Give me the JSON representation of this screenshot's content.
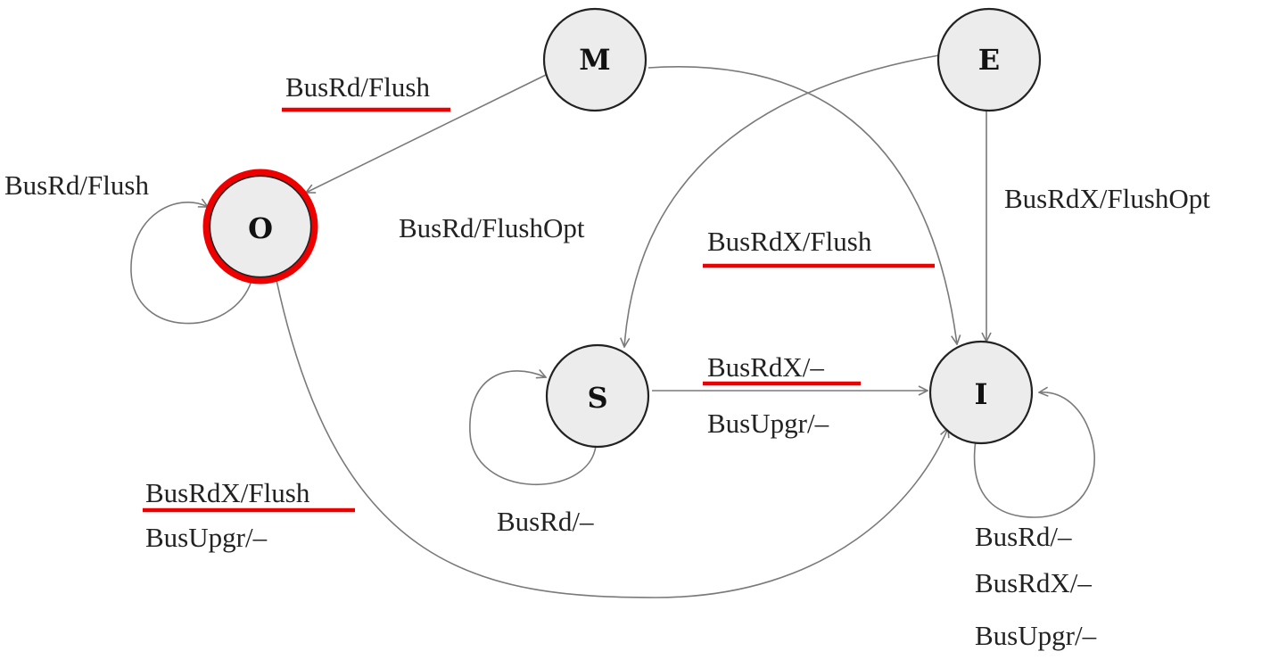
{
  "states": {
    "M": "M",
    "E": "E",
    "O": "O",
    "S": "S",
    "I": "I"
  },
  "labels": {
    "m_to_o": "BusRd/Flush",
    "o_self": "BusRd/Flush",
    "e_to_s": "BusRd/FlushOpt",
    "m_to_i": "BusRdX/Flush",
    "e_to_i": "BusRdX/FlushOpt",
    "s_to_i_1": "BusRdX/–",
    "s_to_i_2": "BusUpgr/–",
    "s_self": "BusRd/–",
    "o_to_i_1": "BusRdX/Flush",
    "o_to_i_2": "BusUpgr/–",
    "i_self_1": "BusRd/–",
    "i_self_2": "BusRdX/–",
    "i_self_3": "BusUpgr/–"
  },
  "colors": {
    "highlight": "#ee0000",
    "node_fill": "#ececec",
    "edge": "#7a7a7a"
  }
}
